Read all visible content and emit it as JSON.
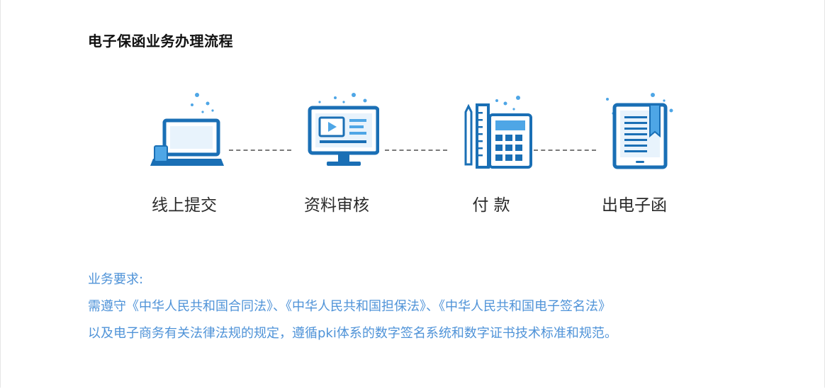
{
  "page": {
    "title": "电子保函业务办理流程"
  },
  "steps": [
    {
      "label": "线上提交",
      "icon": "laptop-icon"
    },
    {
      "label": "资料审核",
      "icon": "monitor-video-icon"
    },
    {
      "label": "付 款",
      "icon": "calculator-ruler-icon"
    },
    {
      "label": "出电子函",
      "icon": "document-tablet-icon"
    }
  ],
  "requirements": {
    "title": "业务要求:",
    "line1": "需遵守《中华人民共和国合同法》、《中华人民共和国担保法》、《中华人民共和国电子签名法》",
    "line2": "以及电子商务有关法律法规的规定，遵循pki体系的数字签名系统和数字证书技术标准和规范。"
  },
  "colors": {
    "icon_dark": "#1a6fb5",
    "icon_light": "#4ea6e6",
    "accent_text": "#4f93d8"
  }
}
